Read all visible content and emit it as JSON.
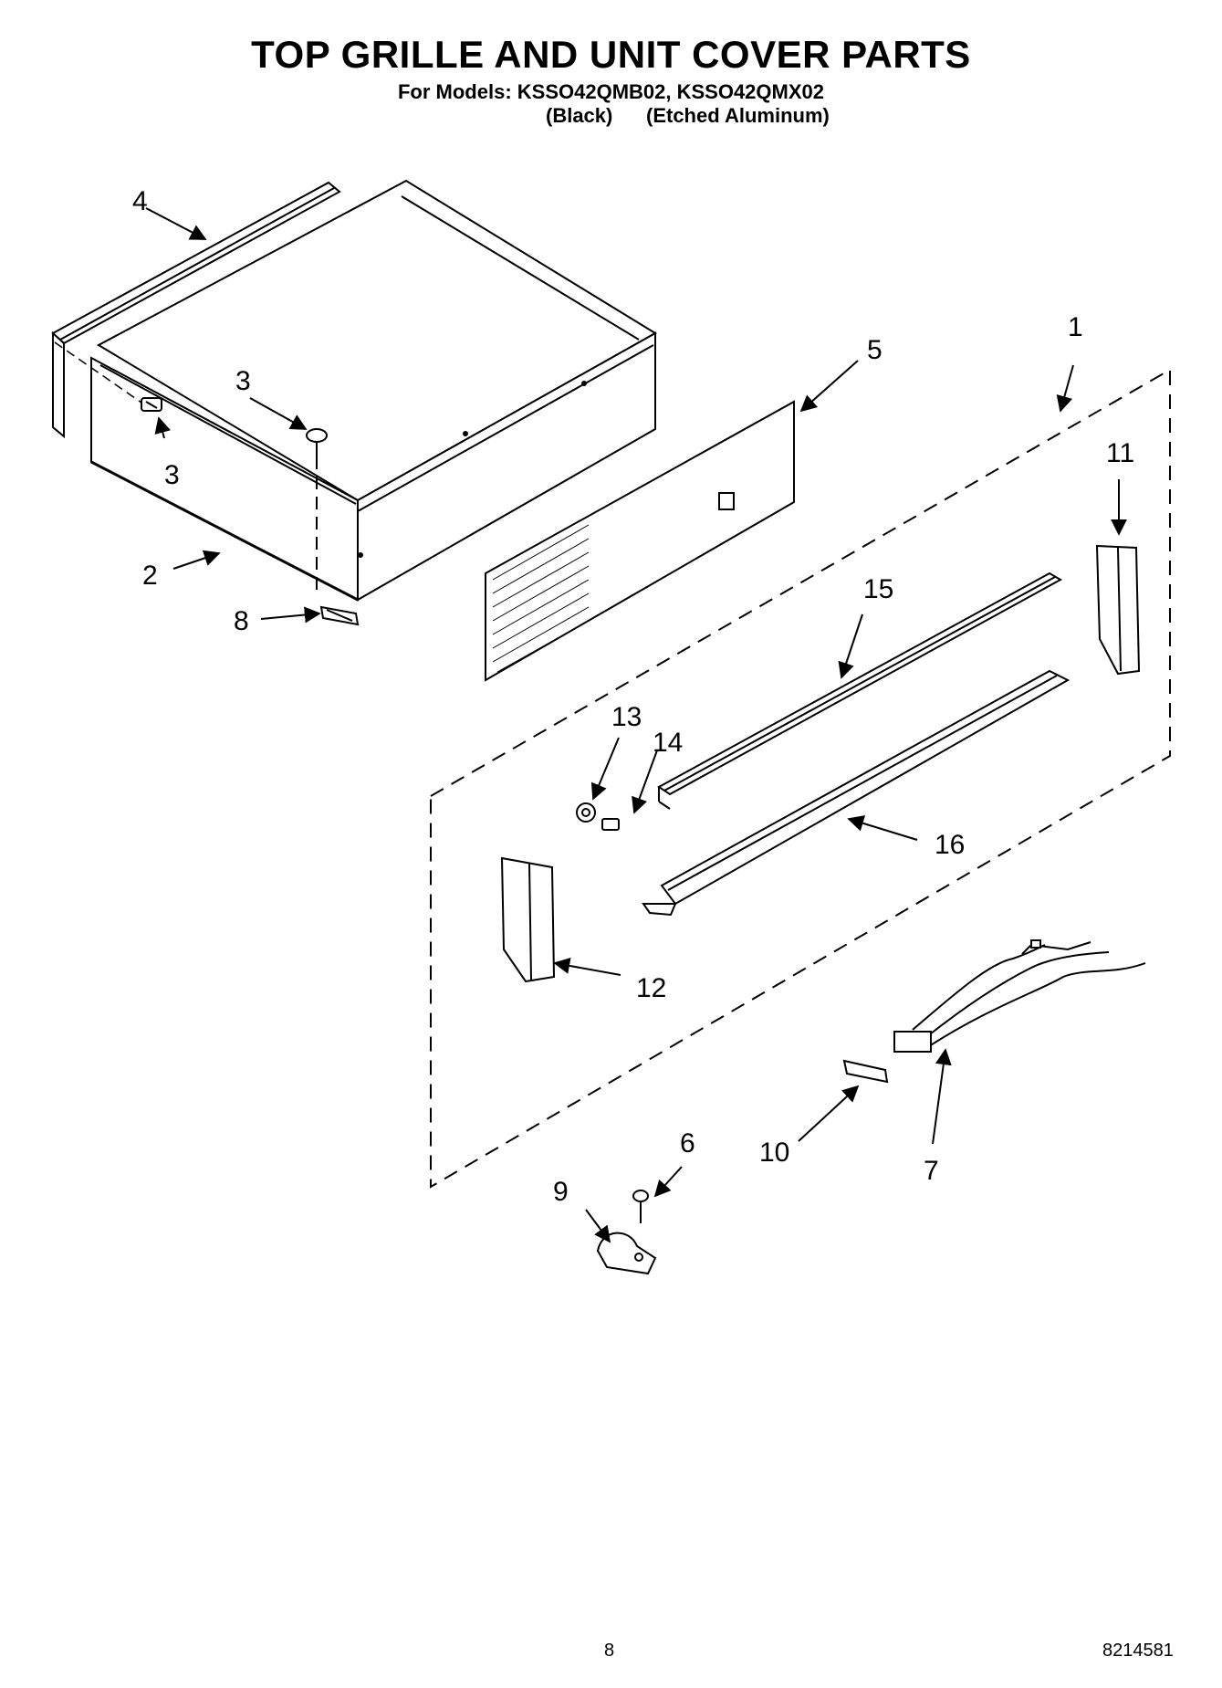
{
  "header": {
    "title": "TOP GRILLE AND UNIT COVER PARTS",
    "models": "For Models: KSSO42QMB02, KSSO42QMX02",
    "variant_1": "(Black)",
    "variant_2": "(Etched Aluminum)"
  },
  "callouts": {
    "c1": "1",
    "c2": "2",
    "c3a": "3",
    "c3b": "3",
    "c4": "4",
    "c5": "5",
    "c6": "6",
    "c7": "7",
    "c8": "8",
    "c9": "9",
    "c10": "10",
    "c11": "11",
    "c12": "12",
    "c13": "13",
    "c14": "14",
    "c15": "15",
    "c16": "16"
  },
  "footer": {
    "page_number": "8",
    "document_number": "8214581"
  }
}
